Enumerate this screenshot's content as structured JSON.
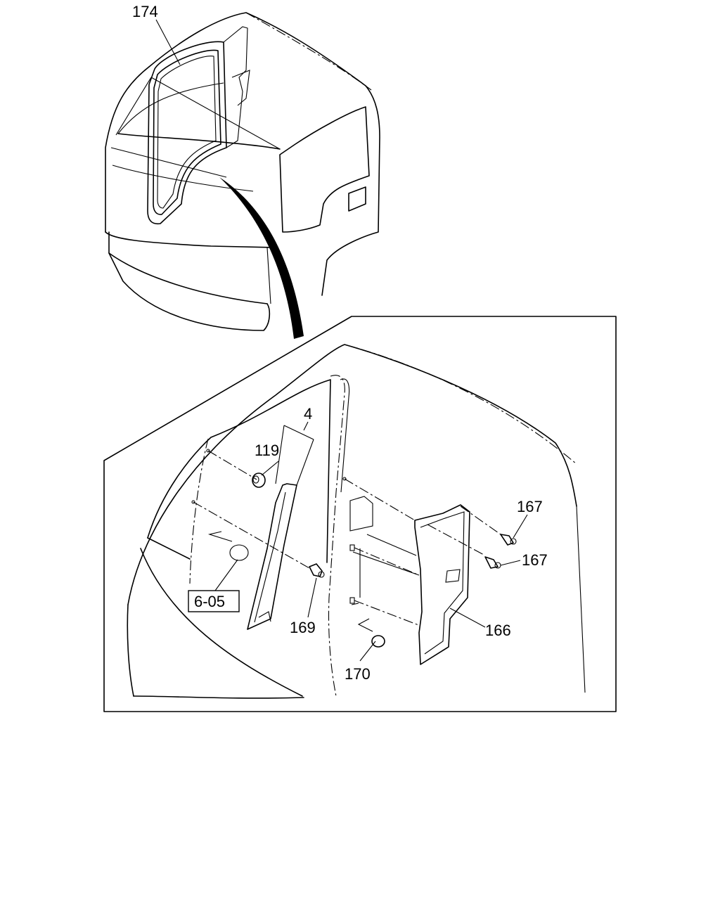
{
  "callouts": {
    "c174": "174",
    "c4": "4",
    "c119": "119",
    "c167a": "167",
    "c167b": "167",
    "c169": "169",
    "c166": "166",
    "c170": "170"
  },
  "references": {
    "r605": "6-05"
  }
}
